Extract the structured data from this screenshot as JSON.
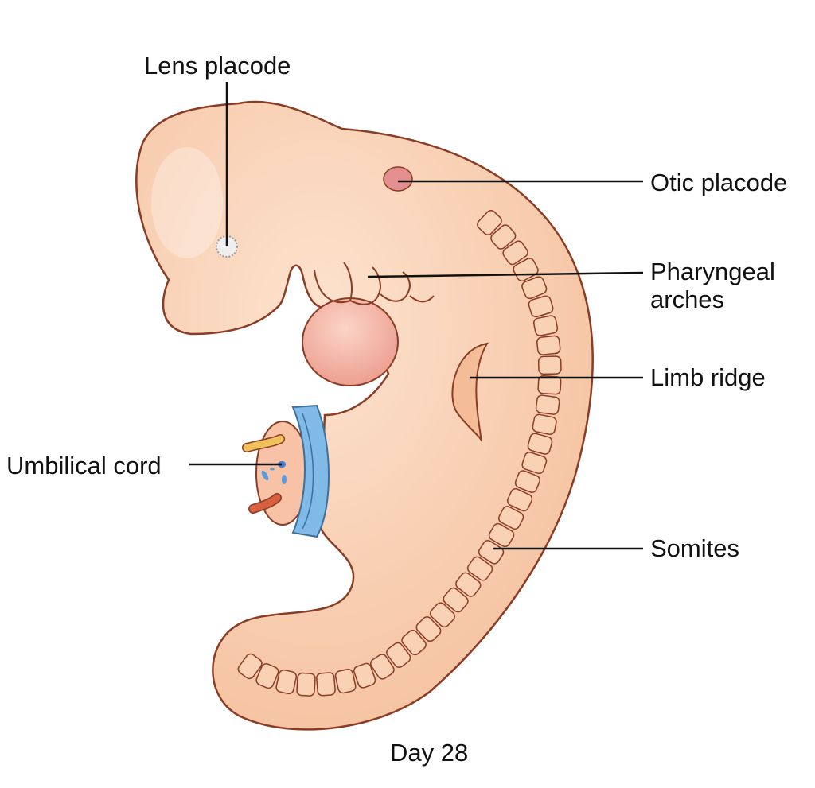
{
  "labels": {
    "lens_placode": "Lens placode",
    "otic_placode": "Otic placode",
    "pharyngeal_arches_1": "Pharyngeal",
    "pharyngeal_arches_2": "arches",
    "limb_ridge": "Limb ridge",
    "umbilical_cord": "Umbilical cord",
    "somites": "Somites"
  },
  "caption": "Day 28",
  "colors": {
    "skin": "#f7c9a9",
    "outline": "#8a3c24",
    "heart": "#f0a79a",
    "otic": "#e48f8f",
    "amnion_ring": "#7fbbe6",
    "vessel_yellow": "#f0c15a",
    "vessel_red": "#d9603f",
    "vessel_blue": "#3a7fd0"
  }
}
